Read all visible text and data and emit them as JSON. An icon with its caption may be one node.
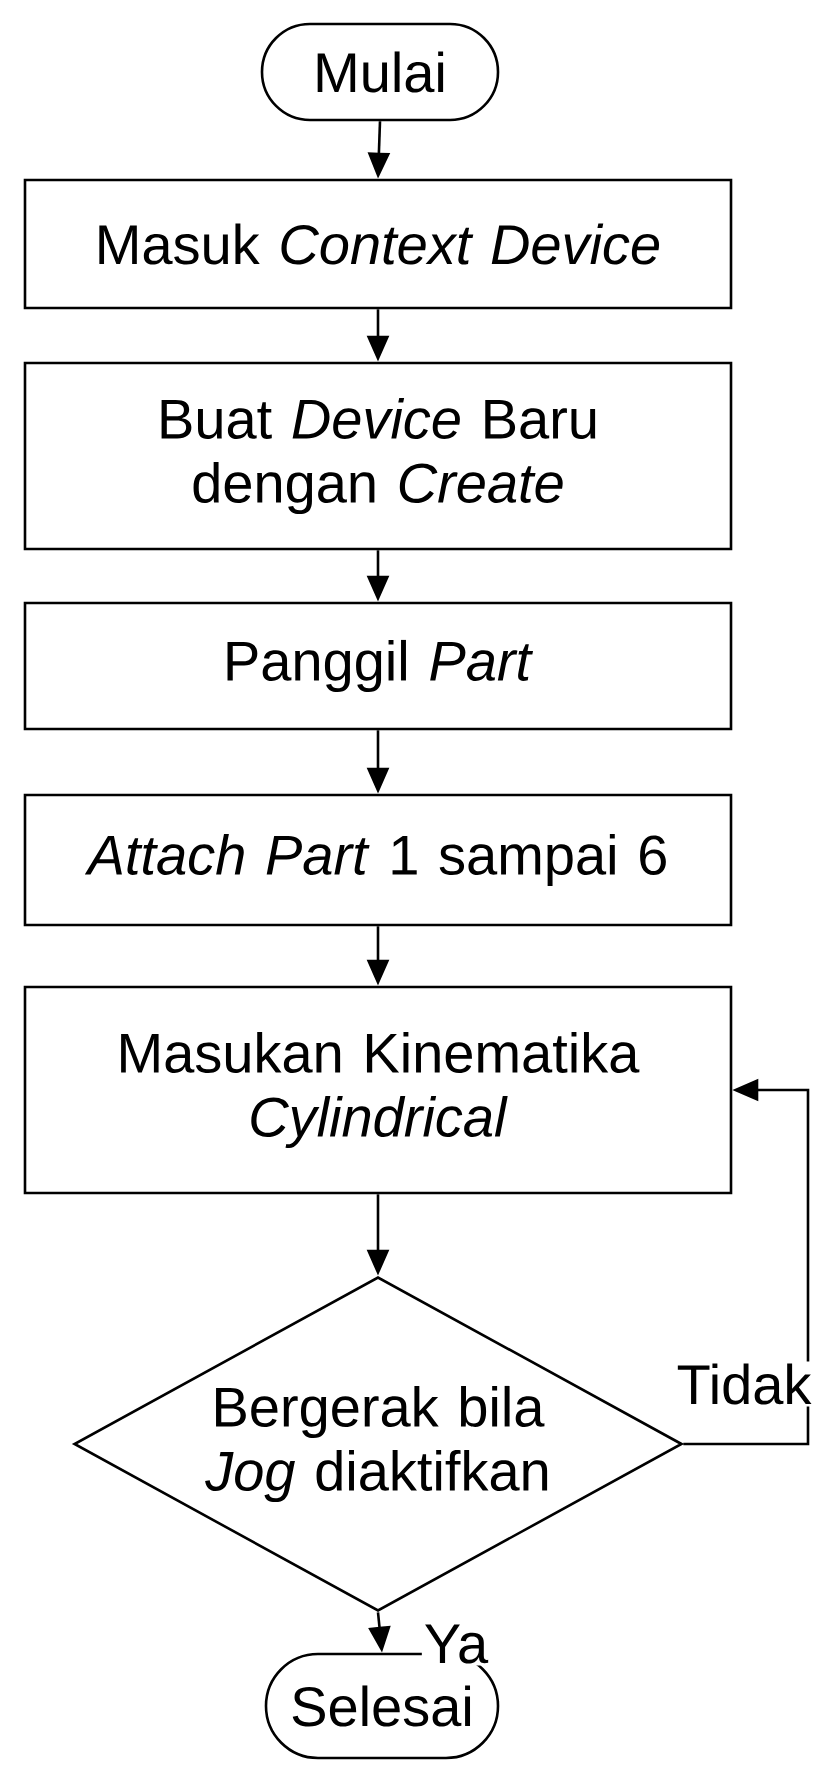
{
  "diagram": {
    "nodes": [
      {
        "text": [
          "Mulai"
        ]
      },
      {
        "text": [
          "Masuk *Context Device*"
        ]
      },
      {
        "text": [
          "Buat *Device* Baru dengan *Create*"
        ]
      },
      {
        "text": [
          "Panggil *Part*"
        ]
      },
      {
        "text": [
          "*Attach Part* 1 sampai 6"
        ]
      },
      {
        "text": [
          "Masukan Kinematika *Cylindrical*"
        ]
      },
      {
        "text": [
          "Bergerak bila *Jog* diaktifkan"
        ]
      },
      {
        "text": [
          "Selesai"
        ]
      }
    ],
    "edges": [
      {
        "from": 0,
        "to": 1,
        "arrow": "to"
      },
      {
        "from": 1,
        "to": 2,
        "arrow": "to"
      },
      {
        "from": 2,
        "to": 3,
        "arrow": "to"
      },
      {
        "from": 3,
        "to": 4,
        "arrow": "to"
      },
      {
        "from": 4,
        "to": 5,
        "arrow": "to"
      },
      {
        "from": 5,
        "to": 6,
        "arrow": "to"
      },
      {
        "from": 6,
        "to": 7,
        "arrow": "to",
        "label": "Ya"
      },
      {
        "from": 6,
        "to": 5,
        "arrow": "to",
        "label": "Tidak"
      }
    ]
  }
}
